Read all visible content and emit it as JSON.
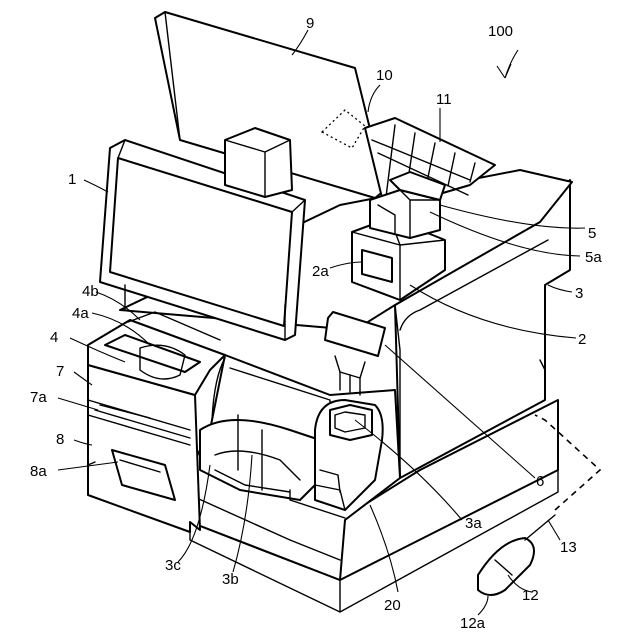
{
  "figure": {
    "ref_numbers": [
      "100",
      "1",
      "2",
      "2a",
      "3",
      "3a",
      "3b",
      "3c",
      "4",
      "4a",
      "4b",
      "5",
      "5a",
      "6",
      "7",
      "7a",
      "8",
      "8a",
      "9",
      "10",
      "11",
      "12",
      "12a",
      "13",
      "20"
    ]
  }
}
